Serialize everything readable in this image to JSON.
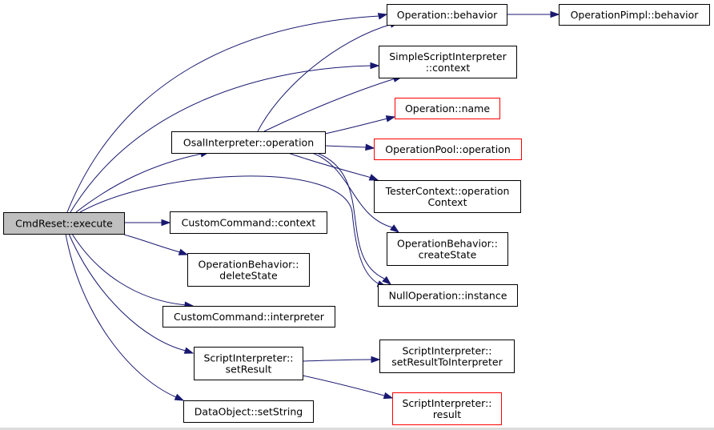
{
  "colors": {
    "edge": "#191970",
    "node_border": "#000000",
    "node_border_incomplete": "#ff0000",
    "root_fill": "#bfbfbf",
    "node_fill": "#ffffff"
  },
  "nodes": {
    "cmdreset_execute": {
      "lines": [
        "CmdReset::execute"
      ]
    },
    "operation_behavior": {
      "lines": [
        "Operation::behavior"
      ]
    },
    "operationpimpl_behavior": {
      "lines": [
        "OperationPimpl::behavior"
      ]
    },
    "simplescriptinterpreter_context": {
      "lines": [
        "SimpleScriptInterpreter",
        "::context"
      ]
    },
    "operation_name": {
      "lines": [
        "Operation::name"
      ]
    },
    "osalinterpreter_operation": {
      "lines": [
        "OsalInterpreter::operation"
      ]
    },
    "operationpool_operation": {
      "lines": [
        "OperationPool::operation"
      ]
    },
    "testercontext_operationcontext": {
      "lines": [
        "TesterContext::operation",
        "Context"
      ]
    },
    "customcommand_context": {
      "lines": [
        "CustomCommand::context"
      ]
    },
    "operationbehavior_createstate": {
      "lines": [
        "OperationBehavior::",
        "createState"
      ]
    },
    "operationbehavior_deletestate": {
      "lines": [
        "OperationBehavior::",
        "deleteState"
      ]
    },
    "nulloperation_instance": {
      "lines": [
        "NullOperation::instance"
      ]
    },
    "customcommand_interpreter": {
      "lines": [
        "CustomCommand::interpreter"
      ]
    },
    "scriptinterpreter_setresult": {
      "lines": [
        "ScriptInterpreter::",
        "setResult"
      ]
    },
    "scriptinterpreter_setresulttointerpreter": {
      "lines": [
        "ScriptInterpreter::",
        "setResultToInterpreter"
      ]
    },
    "scriptinterpreter_result": {
      "lines": [
        "ScriptInterpreter::",
        "result"
      ]
    },
    "dataobject_setstring": {
      "lines": [
        "DataObject::setString"
      ]
    }
  },
  "edges": [
    [
      "cmdreset_execute",
      "operation_behavior"
    ],
    [
      "cmdreset_execute",
      "simplescriptinterpreter_context"
    ],
    [
      "cmdreset_execute",
      "osalinterpreter_operation"
    ],
    [
      "cmdreset_execute",
      "customcommand_context"
    ],
    [
      "cmdreset_execute",
      "nulloperation_instance"
    ],
    [
      "cmdreset_execute",
      "operationbehavior_deletestate"
    ],
    [
      "cmdreset_execute",
      "customcommand_interpreter"
    ],
    [
      "cmdreset_execute",
      "scriptinterpreter_setresult"
    ],
    [
      "cmdreset_execute",
      "dataobject_setstring"
    ],
    [
      "operation_behavior",
      "operationpimpl_behavior"
    ],
    [
      "osalinterpreter_operation",
      "operation_behavior"
    ],
    [
      "osalinterpreter_operation",
      "simplescriptinterpreter_context"
    ],
    [
      "osalinterpreter_operation",
      "operation_name"
    ],
    [
      "osalinterpreter_operation",
      "operationpool_operation"
    ],
    [
      "osalinterpreter_operation",
      "testercontext_operationcontext"
    ],
    [
      "osalinterpreter_operation",
      "operationbehavior_createstate"
    ],
    [
      "osalinterpreter_operation",
      "nulloperation_instance"
    ],
    [
      "scriptinterpreter_setresult",
      "scriptinterpreter_setresulttointerpreter"
    ],
    [
      "scriptinterpreter_setresult",
      "scriptinterpreter_result"
    ]
  ]
}
